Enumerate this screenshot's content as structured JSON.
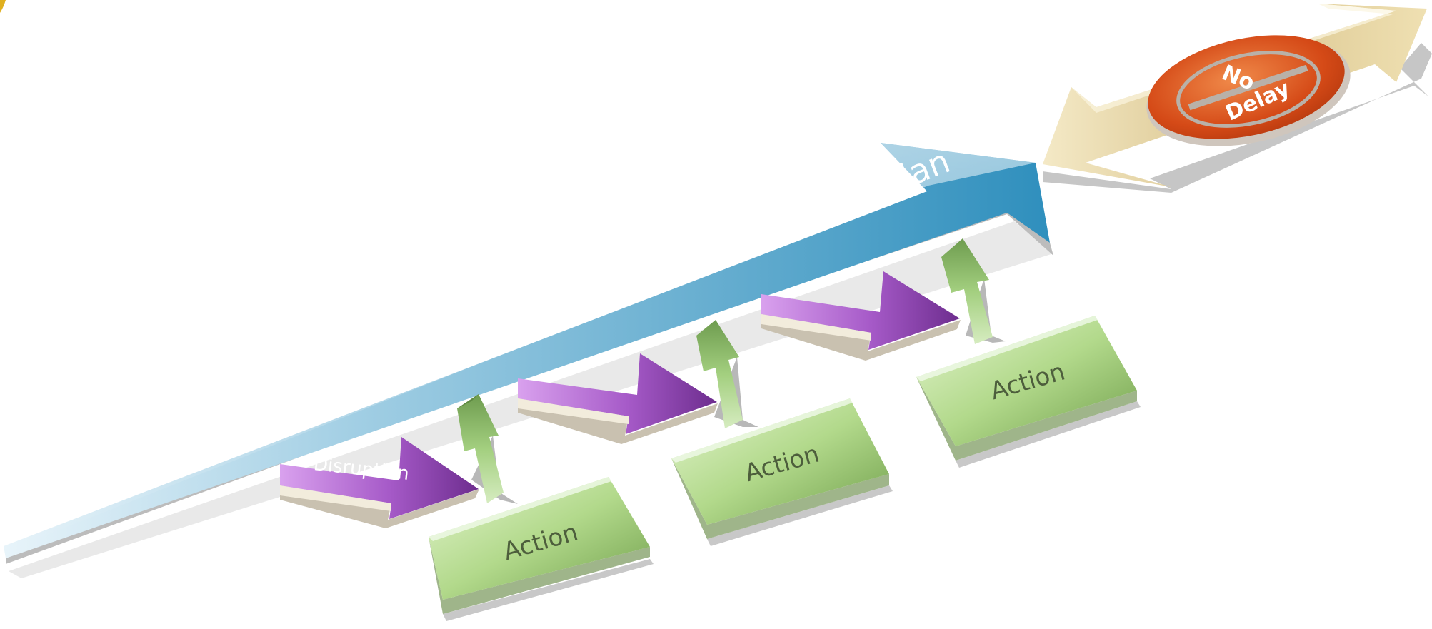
{
  "diagram": {
    "main_arrow_label": "The Design Plan",
    "disruption_label": "Disruption",
    "action_labels": [
      "Action",
      "Action",
      "Action"
    ],
    "badge_lines": [
      "No",
      "Delay"
    ],
    "colors": {
      "main_arrow": "#3f97c0",
      "disruption_arrow": "#8a3fb3",
      "action_box": "#a9d27f",
      "action_arrow": "#7fb05c",
      "double_arrow": "#d8c28a",
      "badge": "#d94f1e",
      "corner_accent": "#e0b020"
    }
  }
}
